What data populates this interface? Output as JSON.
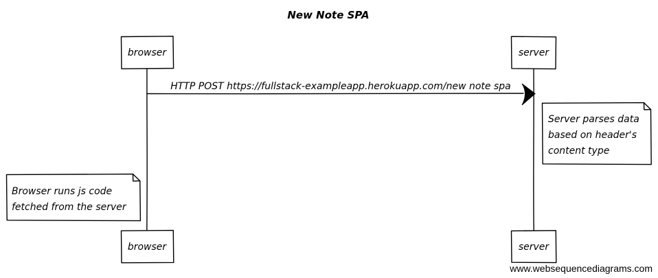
{
  "diagram": {
    "title": "New Note SPA",
    "participants": {
      "browser": "browser",
      "server": "server"
    },
    "message": {
      "label": "HTTP POST https://fullstack-exampleapp.herokuapp.com/new note spa"
    },
    "notes": {
      "server": [
        "Server parses data",
        "based on header's",
        "content type"
      ],
      "browser": [
        "Browser runs js code",
        "fetched from the server"
      ]
    }
  },
  "watermark": "www.websequencediagrams.com"
}
